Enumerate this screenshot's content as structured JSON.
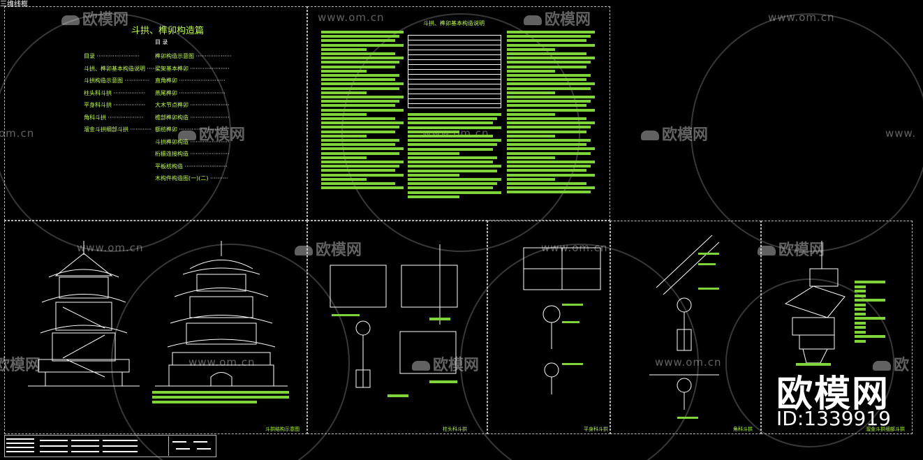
{
  "top_left_label": "三维线框",
  "watermark": {
    "url": "www.om.cn",
    "logo": "欧模网"
  },
  "sheet1": {
    "title": "斗拱、榫卯构造篇",
    "subtitle": "目  录",
    "toc_left": [
      "目录",
      "斗拱、榫卯基本构造说明",
      "斗拱构造示意图",
      "柱头科斗拱",
      "平身科斗拱",
      "角科斗拱",
      "溜金斗拱细部斗拱"
    ],
    "toc_right": [
      "榫卯构造示意图",
      "梁架基本榫卯",
      "直角榫卯",
      "燕尾榫卯",
      "大木节点榫卯",
      "檐部榫卯构造",
      "额枋榫卯",
      "斗拱榫卯构造",
      "桁檩连接构造",
      "平板枋构造",
      "木构件构造图(一)(二)"
    ]
  },
  "sheet2": {
    "title": "斗拱、榫卯基本构造说明"
  },
  "sheet3": {
    "caption": "斗拱结构示意图"
  },
  "sheet4": {
    "caption": "柱头科斗拱"
  },
  "sheet5": {
    "caption": "平身科斗拱"
  },
  "sheet6": {
    "caption": "角科斗拱"
  },
  "sheet7": {
    "caption": "溜金斗拱细部斗拱"
  },
  "brand": {
    "name": "欧模网",
    "id": "ID:1339919"
  },
  "colors": {
    "background": "#000000",
    "line": "#ffffff",
    "accent": "#7fd43a",
    "border": "#b8b8b8"
  }
}
